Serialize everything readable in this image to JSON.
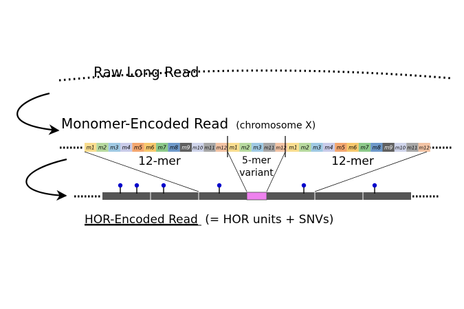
{
  "labels": {
    "raw_read": "Raw Long Read",
    "monomer_title": "Monomer-Encoded Read",
    "monomer_note": "(chromosome X)",
    "left_block": "12-mer",
    "variant_line1": "5-mer",
    "variant_line2": "variant",
    "right_block": "12-mer",
    "hor_title": "HOR-Encoded Read",
    "hor_note": "(= HOR units + SNVs)"
  },
  "monomers": [
    {
      "label": "m1",
      "color": "#f9dd8f"
    },
    {
      "label": "m2",
      "color": "#b6d99e"
    },
    {
      "label": "m3",
      "color": "#9fc9e3"
    },
    {
      "label": "m4",
      "color": "#c9cbe9"
    },
    {
      "label": "m5",
      "color": "#f3a66f"
    },
    {
      "label": "m6",
      "color": "#f6c86d"
    },
    {
      "label": "m7",
      "color": "#8cc98a"
    },
    {
      "label": "m8",
      "color": "#6d98c9"
    },
    {
      "label": "m9",
      "color": "#606060"
    },
    {
      "label": "m10",
      "color": "#cfd4ea"
    },
    {
      "label": "m11",
      "color": "#a6a6a6"
    },
    {
      "label": "m12",
      "color": "#f2c3a4"
    }
  ],
  "encoded_sequence": [
    1,
    2,
    3,
    4,
    5,
    6,
    7,
    8,
    9,
    10,
    11,
    12,
    1,
    2,
    3,
    11,
    12,
    1,
    2,
    3,
    4,
    5,
    6,
    7,
    8,
    9,
    10,
    11,
    12
  ],
  "colors": {
    "hor_unit": "#555555",
    "variant_unit": "#ee82ee",
    "snv_marker": "#0000cc",
    "ink": "#000000"
  }
}
